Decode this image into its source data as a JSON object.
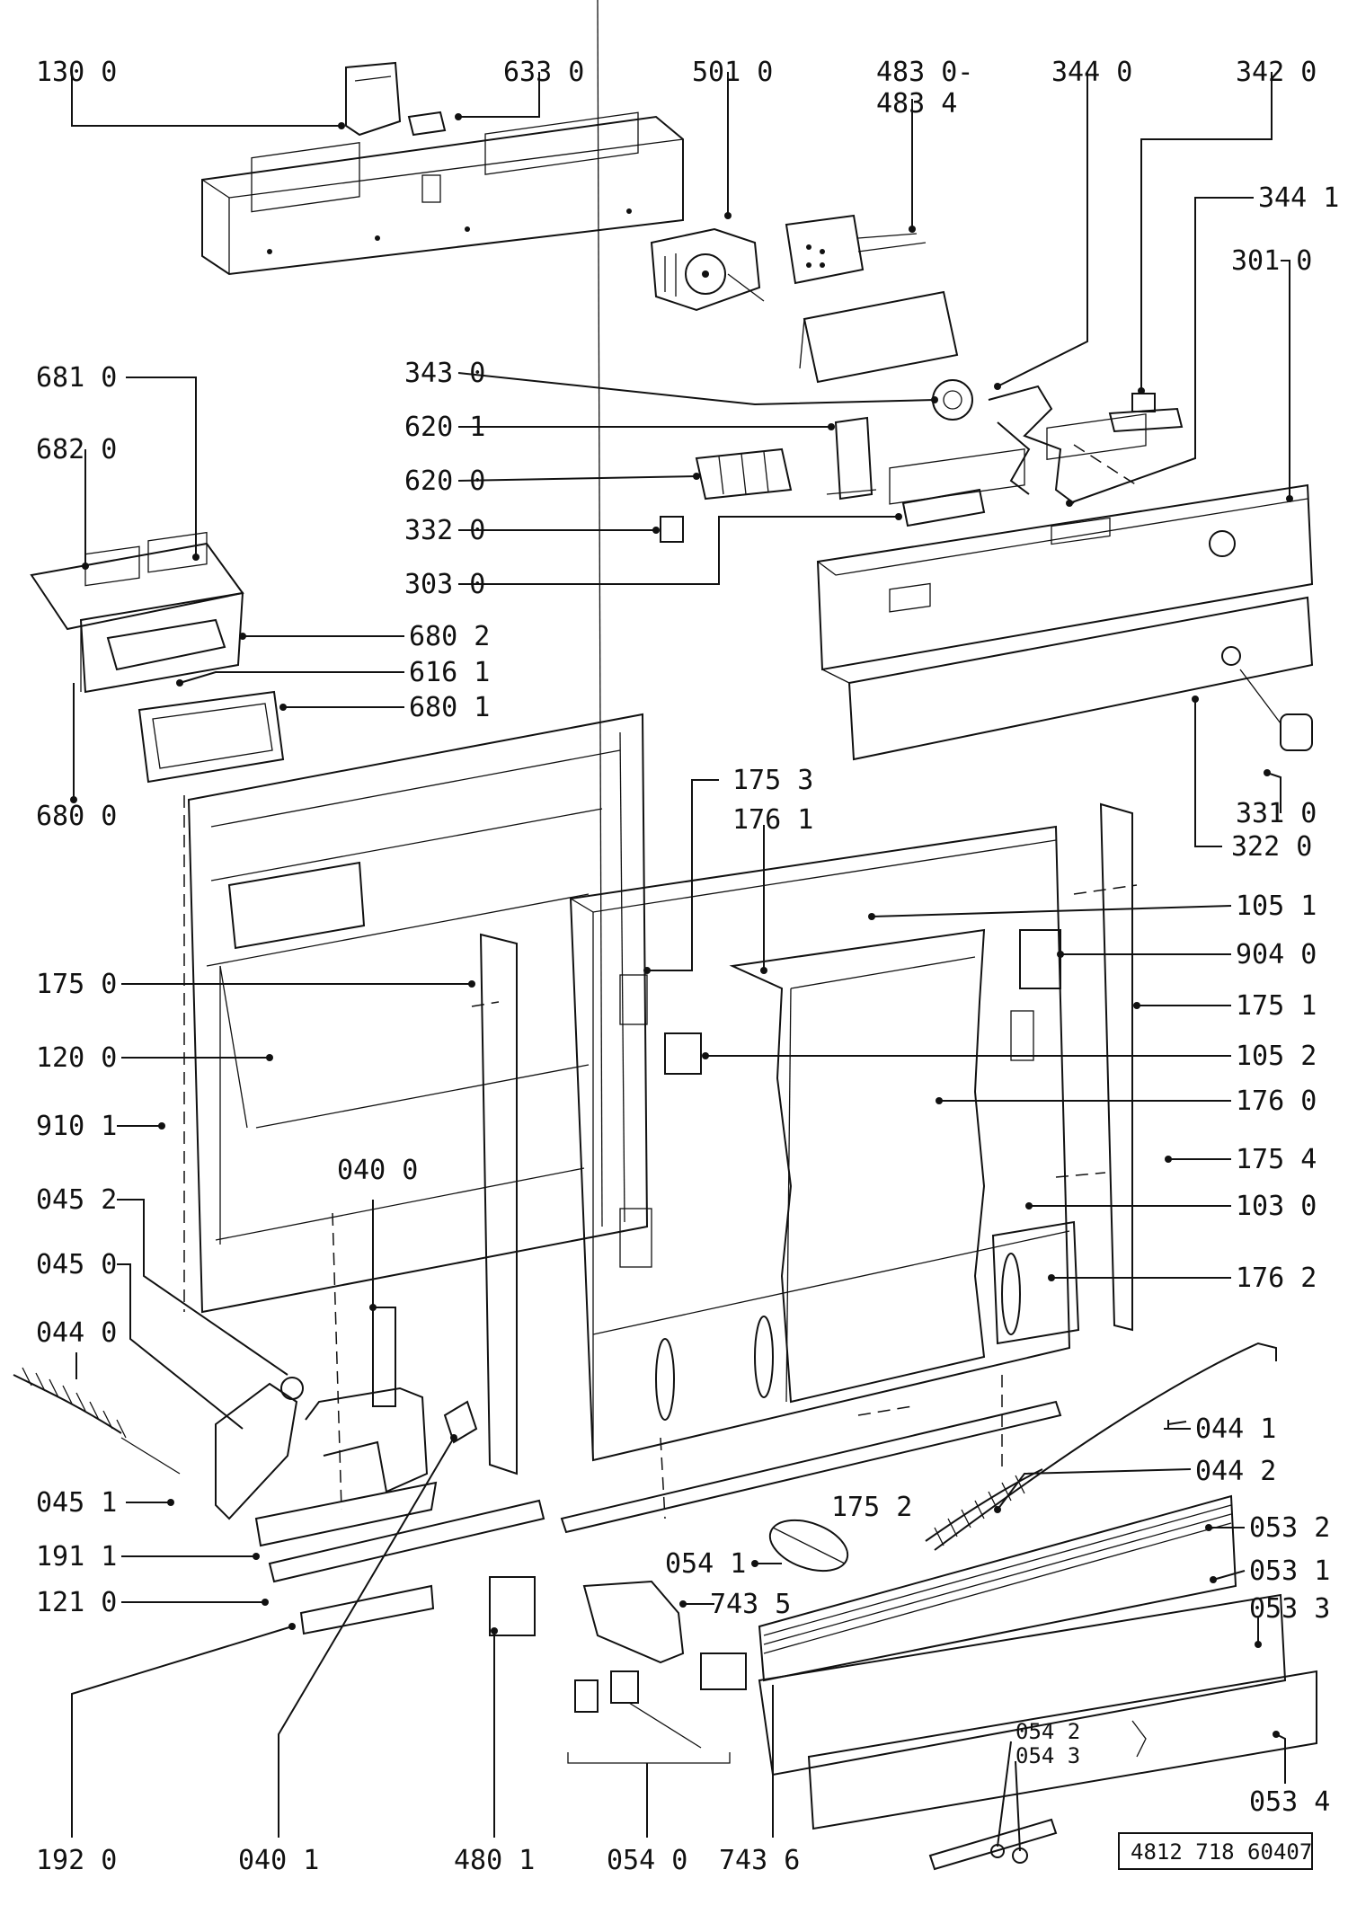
{
  "labels": {
    "p130_0": "130 0",
    "p633_0": "633 0",
    "p501_0": "501 0",
    "p483_0": "483 0-",
    "p483_4": "483 4",
    "p344_0": "344 0",
    "p342_0": "342 0",
    "p344_1": "344 1",
    "p301_0": "301 0",
    "p681_0": "681 0",
    "p682_0": "682 0",
    "p343_0": "343 0",
    "p620_1": "620 1",
    "p620_0": "620 0",
    "p332_0": "332 0",
    "p303_0": "303 0",
    "p680_2": "680 2",
    "p616_1": "616 1",
    "p680_1": "680 1",
    "p680_0": "680 0",
    "p175_3": "175 3",
    "p176_1": "176 1",
    "p331_0": "331 0",
    "p322_0": "322 0",
    "p105_1": "105 1",
    "p904_0": "904 0",
    "p175_1": "175 1",
    "p105_2": "105 2",
    "p176_0": "176 0",
    "p175_4": "175 4",
    "p103_0": "103 0",
    "p176_2": "176 2",
    "p175_0": "175 0",
    "p120_0": "120 0",
    "p910_1": "910 1",
    "p040_0": "040 0",
    "p045_2": "045 2",
    "p045_0": "045 0",
    "p044_0": "044 0",
    "p045_1": "045 1",
    "p191_1": "191 1",
    "p121_0": "121 0",
    "p044_1": "044 1",
    "p044_2": "044 2",
    "p175_2": "175 2",
    "p053_2": "053 2",
    "p053_1": "053 1",
    "p053_3": "053 3",
    "p054_1": "054 1",
    "p743_5": "743 5",
    "p054_2": "054 2",
    "p054_3": "054 3",
    "p053_4": "053 4",
    "p192_0": "192 0",
    "p040_1": "040 1",
    "p480_1": "480 1",
    "p054_0": "054 0",
    "p743_6": "743 6"
  },
  "document_ref": "4812 718 60407"
}
